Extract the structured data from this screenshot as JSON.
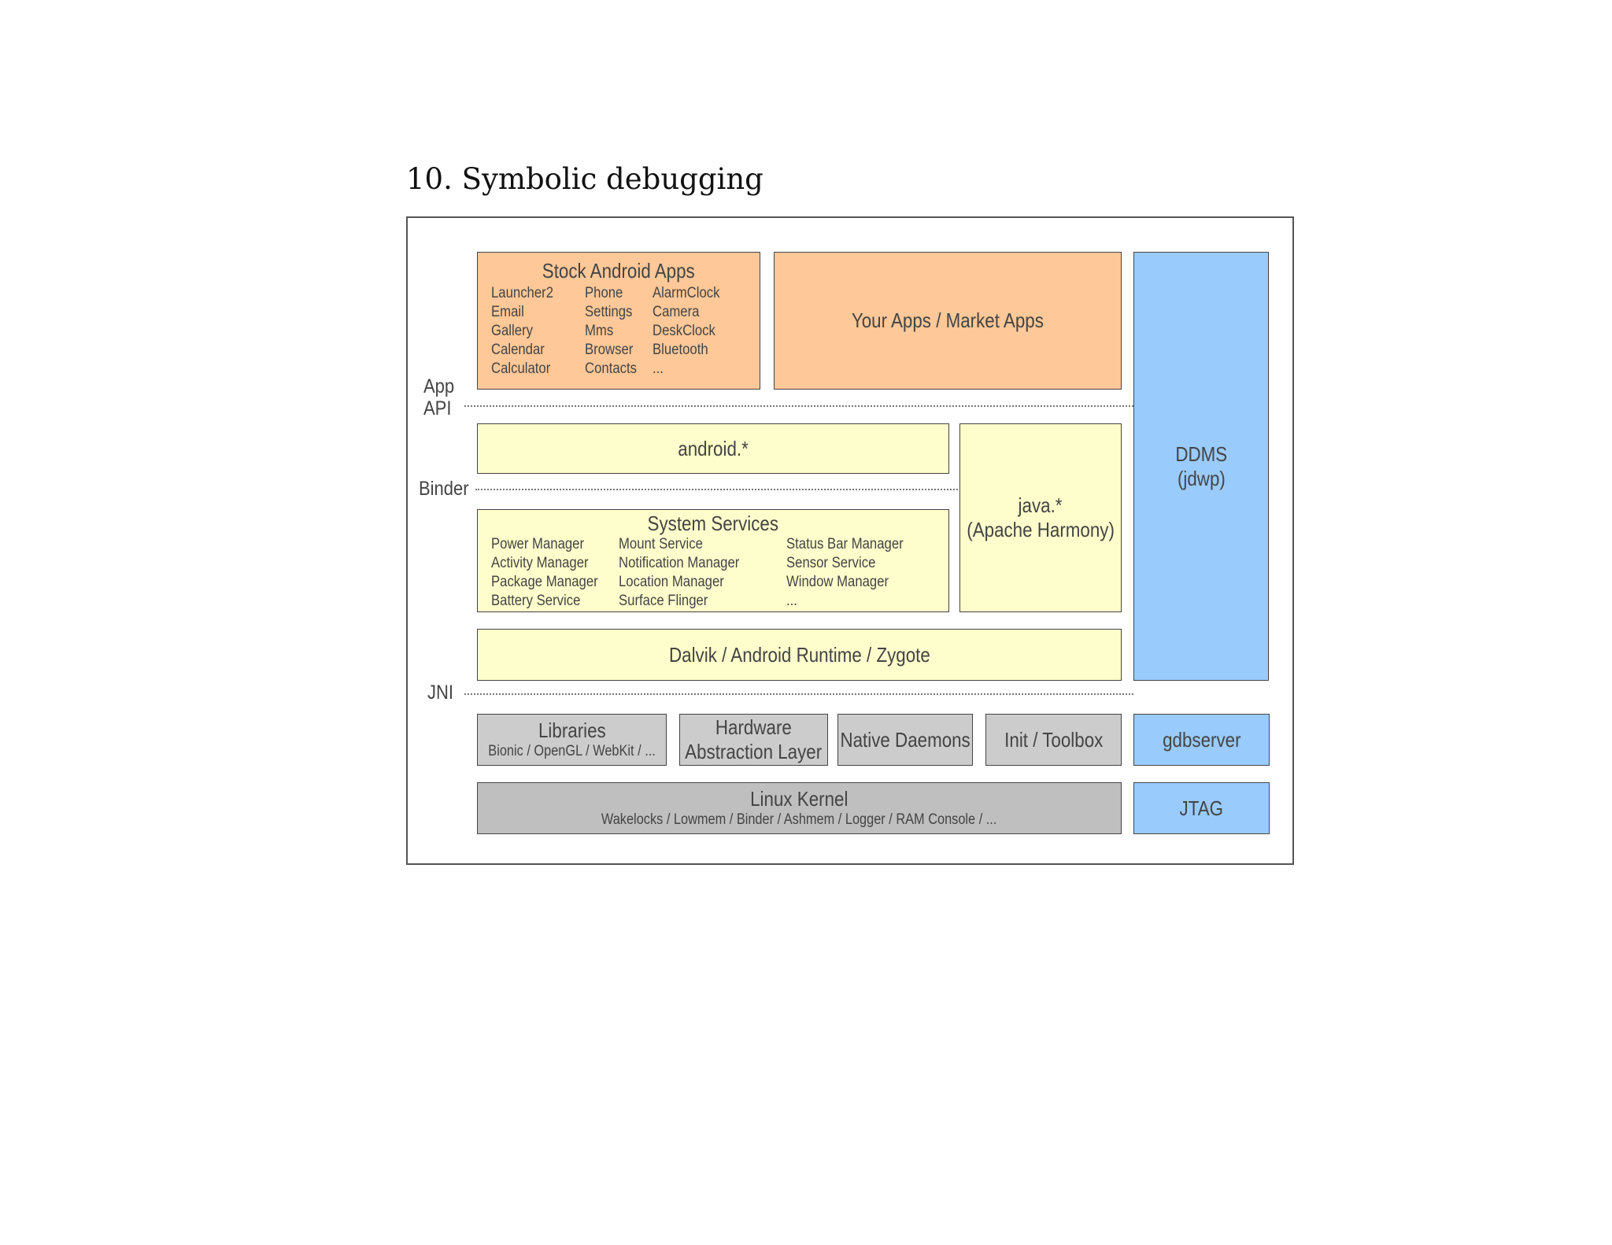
{
  "heading": "10. Symbolic debugging",
  "side_labels": {
    "app_api": "App\nAPI",
    "binder": "Binder",
    "jni": "JNI"
  },
  "stock_apps": {
    "title": "Stock Android Apps",
    "columns": [
      [
        "Launcher2",
        "Email",
        "Gallery",
        "Calendar",
        "Calculator"
      ],
      [
        "Phone",
        "Settings",
        "Mms",
        "Browser",
        "Contacts"
      ],
      [
        "AlarmClock",
        "Camera",
        "DeskClock",
        "Bluetooth",
        "..."
      ]
    ]
  },
  "your_apps": "Your Apps / Market Apps",
  "android_api": "android.*",
  "java_api": {
    "line1": "java.*",
    "line2": "(Apache Harmony)"
  },
  "system_services": {
    "title": "System Services",
    "columns": [
      [
        "Power Manager",
        "Activity Manager",
        "Package Manager",
        "Battery Service"
      ],
      [
        "Mount Service",
        "Notification Manager",
        "Location Manager",
        "Surface Flinger"
      ],
      [
        "Status Bar Manager",
        "Sensor Service",
        "Window Manager",
        "..."
      ]
    ]
  },
  "runtime": "Dalvik / Android Runtime / Zygote",
  "ddms": {
    "line1": "DDMS",
    "line2": "(jdwp)"
  },
  "libraries": {
    "title": "Libraries",
    "sub": "Bionic / OpenGL / WebKit / ..."
  },
  "hal": {
    "line1": "Hardware",
    "line2": "Abstraction Layer"
  },
  "native_daemons": "Native Daemons",
  "init_toolbox": "Init / Toolbox",
  "gdbserver": "gdbserver",
  "kernel": {
    "title": "Linux Kernel",
    "sub": "Wakelocks / Lowmem / Binder / Ashmem / Logger / RAM Console / ..."
  },
  "jtag": "JTAG",
  "colors": {
    "apps": "#fec898",
    "framework": "#fefecc",
    "native": "#cccccc",
    "kernel": "#bfbfbf",
    "debug": "#9acbfd"
  }
}
